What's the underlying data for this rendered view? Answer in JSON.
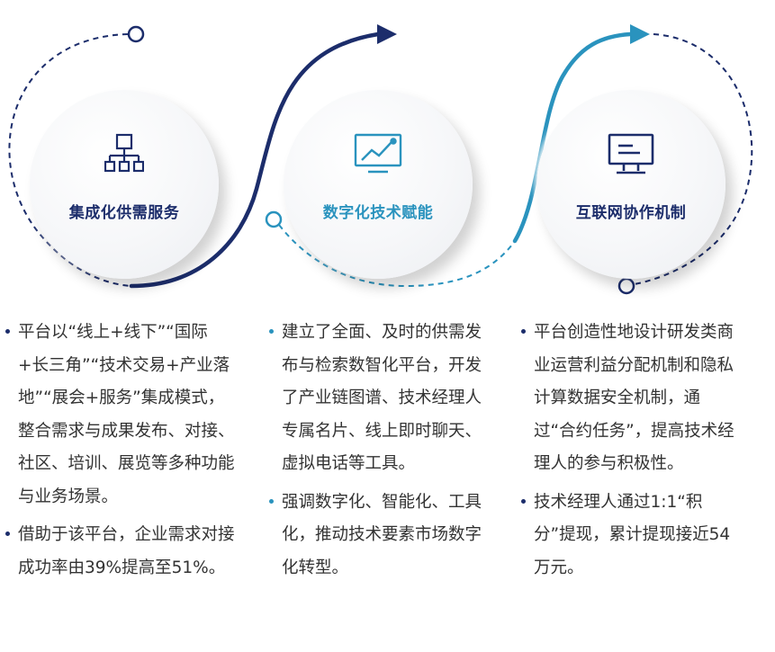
{
  "colors": {
    "navy": "#1c2d6b",
    "teal": "#2a93be"
  },
  "circles": [
    {
      "label": "集成化供需服务",
      "icon": "org-chart-icon"
    },
    {
      "label": "数字化技术赋能",
      "icon": "trend-chart-icon"
    },
    {
      "label": "互联网协作机制",
      "icon": "monitor-icon"
    }
  ],
  "columns": [
    {
      "bullets": [
        "平台以“线上+线下”“国际+长三角”“技术交易+产业落地”“展会+服务”集成模式，整合需求与成果发布、对接、社区、培训、展览等多种功能与业务场景。",
        "借助于该平台，企业需求对接成功率由39%提高至51%。"
      ]
    },
    {
      "bullets": [
        "建立了全面、及时的供需发布与检索数智化平台，开发了产业链图谱、技术经理人专属名片、线上即时聊天、虚拟电话等工具。",
        "强调数字化、智能化、工具化，推动技术要素市场数字化转型。"
      ]
    },
    {
      "bullets": [
        "平台创造性地设计研发类商业运营利益分配机制和隐私计算数据安全机制，通过“合约任务”，提高技术经理人的参与积极性。",
        "技术经理人通过1:1“积分”提现，累计提现接近54万元。"
      ]
    }
  ]
}
